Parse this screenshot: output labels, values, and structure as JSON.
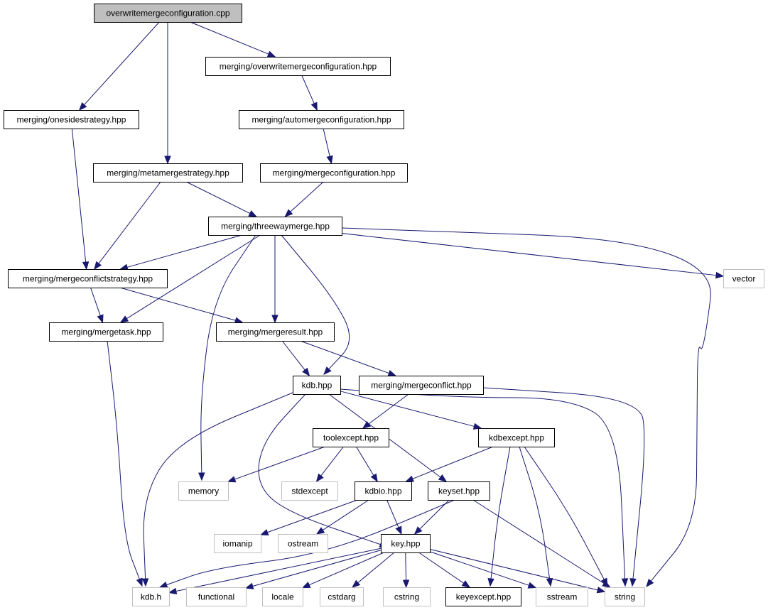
{
  "diagram": {
    "title": "overwritemergeconfiguration.cpp include dependency graph",
    "colors": {
      "edge": "#191970",
      "root_fill": "#bfbfbf",
      "root_stroke": "#000000",
      "local_stroke": "#000000",
      "system_stroke": "#bfbfbf",
      "fill": "#ffffff"
    },
    "nodes": [
      {
        "id": "root",
        "label": "overwritemergeconfiguration.cpp",
        "kind": "root"
      },
      {
        "id": "owmc",
        "label": "merging/overwritemergeconfiguration.hpp",
        "kind": "local"
      },
      {
        "id": "oss",
        "label": "merging/onesidestrategy.hpp",
        "kind": "local"
      },
      {
        "id": "amc",
        "label": "merging/automergeconfiguration.hpp",
        "kind": "local"
      },
      {
        "id": "mms",
        "label": "merging/metamergestrategy.hpp",
        "kind": "local"
      },
      {
        "id": "mc",
        "label": "merging/mergeconfiguration.hpp",
        "kind": "local"
      },
      {
        "id": "twm",
        "label": "merging/threewaymerge.hpp",
        "kind": "local"
      },
      {
        "id": "mcs",
        "label": "merging/mergeconflictstrategy.hpp",
        "kind": "local"
      },
      {
        "id": "vector",
        "label": "vector",
        "kind": "system"
      },
      {
        "id": "mt",
        "label": "merging/mergetask.hpp",
        "kind": "local"
      },
      {
        "id": "mr",
        "label": "merging/mergeresult.hpp",
        "kind": "local"
      },
      {
        "id": "kdbhpp",
        "label": "kdb.hpp",
        "kind": "local"
      },
      {
        "id": "mconf",
        "label": "merging/mergeconflict.hpp",
        "kind": "local"
      },
      {
        "id": "toolexc",
        "label": "toolexcept.hpp",
        "kind": "local"
      },
      {
        "id": "kdbexc",
        "label": "kdbexcept.hpp",
        "kind": "local"
      },
      {
        "id": "memory",
        "label": "memory",
        "kind": "system"
      },
      {
        "id": "stdexcept",
        "label": "stdexcept",
        "kind": "system"
      },
      {
        "id": "kdbio",
        "label": "kdbio.hpp",
        "kind": "local"
      },
      {
        "id": "keyset",
        "label": "keyset.hpp",
        "kind": "local"
      },
      {
        "id": "iomanip",
        "label": "iomanip",
        "kind": "system"
      },
      {
        "id": "ostream",
        "label": "ostream",
        "kind": "system"
      },
      {
        "id": "key",
        "label": "key.hpp",
        "kind": "local"
      },
      {
        "id": "kdbh",
        "label": "kdb.h",
        "kind": "system"
      },
      {
        "id": "functional",
        "label": "functional",
        "kind": "system"
      },
      {
        "id": "locale",
        "label": "locale",
        "kind": "system"
      },
      {
        "id": "cstdarg",
        "label": "cstdarg",
        "kind": "system"
      },
      {
        "id": "cstring",
        "label": "cstring",
        "kind": "system"
      },
      {
        "id": "keyexc",
        "label": "keyexcept.hpp",
        "kind": "local"
      },
      {
        "id": "sstream",
        "label": "sstream",
        "kind": "system"
      },
      {
        "id": "string",
        "label": "string",
        "kind": "system"
      }
    ],
    "edges": [
      [
        "root",
        "oss"
      ],
      [
        "root",
        "mms"
      ],
      [
        "root",
        "owmc"
      ],
      [
        "owmc",
        "amc"
      ],
      [
        "amc",
        "mc"
      ],
      [
        "mc",
        "twm"
      ],
      [
        "oss",
        "mcs"
      ],
      [
        "mms",
        "mcs"
      ],
      [
        "mms",
        "twm"
      ],
      [
        "twm",
        "mcs"
      ],
      [
        "twm",
        "mt"
      ],
      [
        "twm",
        "mr"
      ],
      [
        "twm",
        "memory"
      ],
      [
        "twm",
        "kdbhpp"
      ],
      [
        "twm",
        "vector"
      ],
      [
        "twm",
        "string"
      ],
      [
        "mcs",
        "mt"
      ],
      [
        "mcs",
        "mr"
      ],
      [
        "mt",
        "kdbh"
      ],
      [
        "mr",
        "kdbhpp"
      ],
      [
        "mr",
        "mconf"
      ],
      [
        "mconf",
        "toolexc"
      ],
      [
        "mconf",
        "string"
      ],
      [
        "kdbhpp",
        "kdbh"
      ],
      [
        "kdbhpp",
        "key"
      ],
      [
        "kdbhpp",
        "keyset"
      ],
      [
        "kdbhpp",
        "kdbexc"
      ],
      [
        "kdbhpp",
        "string"
      ],
      [
        "toolexc",
        "memory"
      ],
      [
        "toolexc",
        "stdexcept"
      ],
      [
        "toolexc",
        "kdbio"
      ],
      [
        "kdbexc",
        "kdbio"
      ],
      [
        "kdbexc",
        "keyexc"
      ],
      [
        "kdbexc",
        "sstream"
      ],
      [
        "kdbexc",
        "string"
      ],
      [
        "kdbio",
        "iomanip"
      ],
      [
        "kdbio",
        "ostream"
      ],
      [
        "kdbio",
        "key"
      ],
      [
        "keyset",
        "key"
      ],
      [
        "keyset",
        "kdbh"
      ],
      [
        "keyset",
        "string"
      ],
      [
        "key",
        "kdbh"
      ],
      [
        "key",
        "functional"
      ],
      [
        "key",
        "locale"
      ],
      [
        "key",
        "cstdarg"
      ],
      [
        "key",
        "cstring"
      ],
      [
        "key",
        "keyexc"
      ],
      [
        "key",
        "sstream"
      ],
      [
        "key",
        "string"
      ]
    ]
  }
}
